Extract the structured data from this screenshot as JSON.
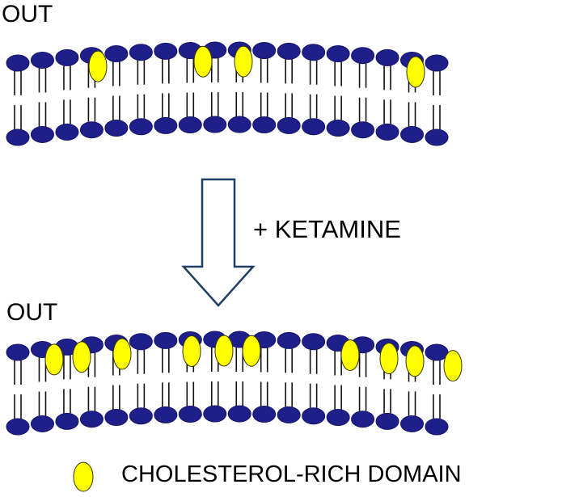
{
  "labels": {
    "outside_top": "OUT",
    "outside_bottom": "OUT",
    "treatment": "+ KETAMINE",
    "legend": "CHOLESTEROL-RICH DOMAIN"
  },
  "colors": {
    "head": "#1f1f8a",
    "head_stroke": "#14146a",
    "cholesterol": "#ffff00",
    "cholesterol_stroke": "#333300",
    "arrow": "#1f3f66",
    "tail": "#111111"
  },
  "membranes": {
    "before": {
      "cholesterol_count": 4
    },
    "after": {
      "cholesterol_count": 10
    }
  }
}
